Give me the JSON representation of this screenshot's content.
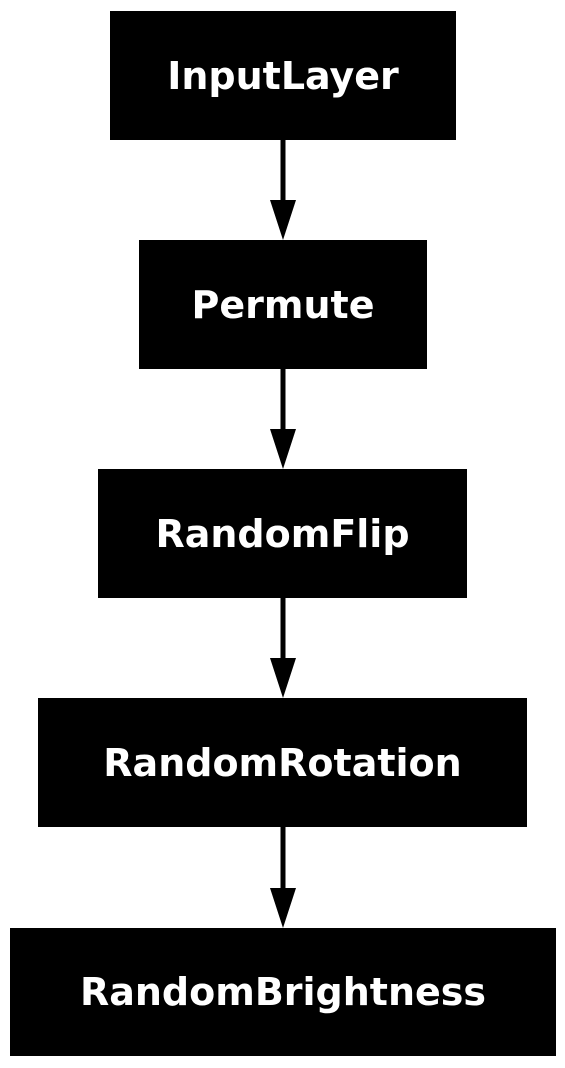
{
  "diagram": {
    "nodes": [
      {
        "id": "n0",
        "label": "InputLayer"
      },
      {
        "id": "n1",
        "label": "Permute"
      },
      {
        "id": "n2",
        "label": "RandomFlip"
      },
      {
        "id": "n3",
        "label": "RandomRotation"
      },
      {
        "id": "n4",
        "label": "RandomBrightness"
      }
    ],
    "edges": [
      {
        "from": "n0",
        "to": "n1"
      },
      {
        "from": "n1",
        "to": "n2"
      },
      {
        "from": "n2",
        "to": "n3"
      },
      {
        "from": "n3",
        "to": "n4"
      }
    ],
    "colors": {
      "node_fill": "#000000",
      "node_text": "#ffffff",
      "edge": "#000000",
      "background": "#ffffff"
    }
  }
}
